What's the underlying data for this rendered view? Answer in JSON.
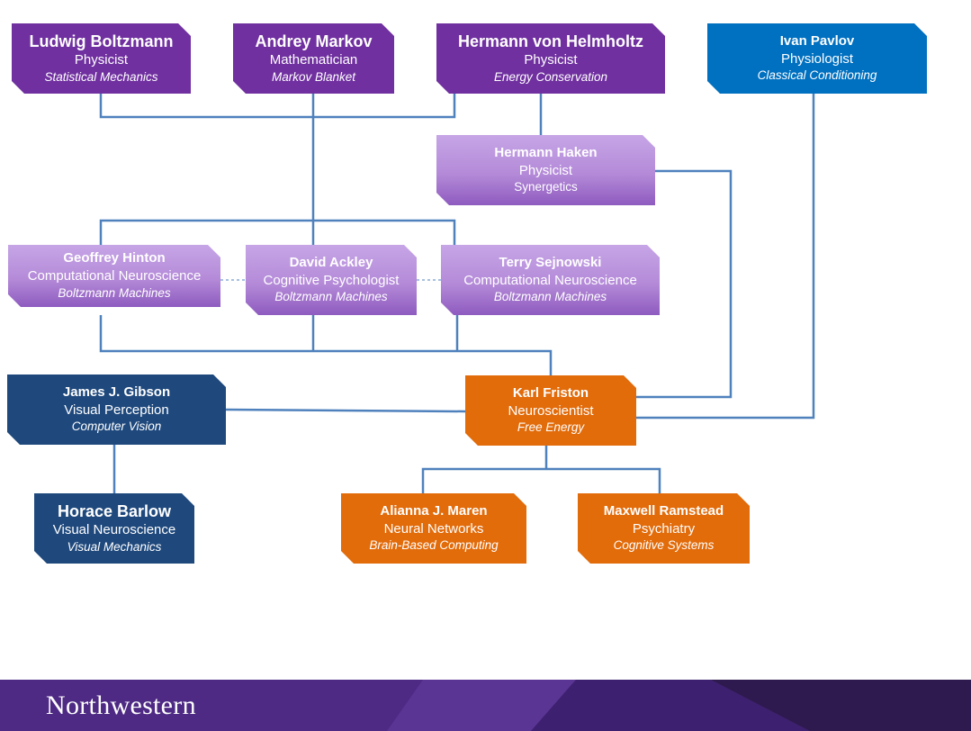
{
  "nodes": {
    "boltzmann": {
      "name": "Ludwig Boltzmann",
      "role": "Physicist",
      "area": "Statistical Mechanics",
      "color": "#7030a0"
    },
    "markov": {
      "name": "Andrey Markov",
      "role": "Mathematician",
      "area": "Markov Blanket",
      "color": "#7030a0"
    },
    "helmholtz": {
      "name": "Hermann von Helmholtz",
      "role": "Physicist",
      "area": "Energy Conservation",
      "color": "#7030a0"
    },
    "pavlov": {
      "name": "Ivan Pavlov",
      "role": "Physiologist",
      "area": "Classical Conditioning",
      "color": "#0070c0"
    },
    "haken": {
      "name": "Hermann Haken",
      "role": "Physicist",
      "area": "Synergetics",
      "color": "#b48ad8"
    },
    "hinton": {
      "name": "Geoffrey Hinton",
      "role": "Computational Neuroscience",
      "area": "Boltzmann Machines",
      "color": "#b48ad8"
    },
    "ackley": {
      "name": "David Ackley",
      "role": "Cognitive Psychologist",
      "area": "Boltzmann Machines",
      "color": "#b48ad8"
    },
    "sejnowski": {
      "name": "Terry Sejnowski",
      "role": "Computational Neuroscience",
      "area": "Boltzmann Machines",
      "color": "#b48ad8"
    },
    "gibson": {
      "name": "James J. Gibson",
      "role": "Visual Perception",
      "area": "Computer Vision",
      "color": "#1f497d"
    },
    "friston": {
      "name": "Karl Friston",
      "role": "Neuroscientist",
      "area": "Free Energy",
      "color": "#e26b0a"
    },
    "barlow": {
      "name": "Horace Barlow",
      "role": "Visual Neuroscience",
      "area": "Visual Mechanics",
      "color": "#1f497d"
    },
    "maren": {
      "name": "Alianna J. Maren",
      "role": "Neural Networks",
      "area": "Brain-Based Computing",
      "color": "#e26b0a"
    },
    "ramstead": {
      "name": "Maxwell Ramstead",
      "role": "Psychiatry",
      "area": "Cognitive Systems",
      "color": "#e26b0a"
    }
  },
  "connectors": [
    {
      "from": "boltzmann",
      "to": "ackley"
    },
    {
      "from": "markov",
      "to": "ackley"
    },
    {
      "from": "helmholtz",
      "to": "ackley"
    },
    {
      "from": "helmholtz",
      "to": "haken"
    },
    {
      "from": "ackley",
      "to": "hinton"
    },
    {
      "from": "ackley",
      "to": "sejnowski"
    },
    {
      "from": "hinton",
      "to": "ackley",
      "style": "dashed"
    },
    {
      "from": "ackley",
      "to": "sejnowski",
      "style": "dashed"
    },
    {
      "from": "hinton",
      "to": "friston"
    },
    {
      "from": "ackley",
      "to": "friston"
    },
    {
      "from": "sejnowski",
      "to": "friston"
    },
    {
      "from": "haken",
      "to": "friston"
    },
    {
      "from": "pavlov",
      "to": "friston"
    },
    {
      "from": "gibson",
      "to": "friston"
    },
    {
      "from": "gibson",
      "to": "barlow"
    },
    {
      "from": "friston",
      "to": "maren"
    },
    {
      "from": "friston",
      "to": "ramstead"
    }
  ],
  "colors": {
    "connector": "#4f81bd",
    "footer": "#4e2a84",
    "footer_dark": "#2e1a4e"
  },
  "footer": {
    "logo": "Northwestern"
  }
}
